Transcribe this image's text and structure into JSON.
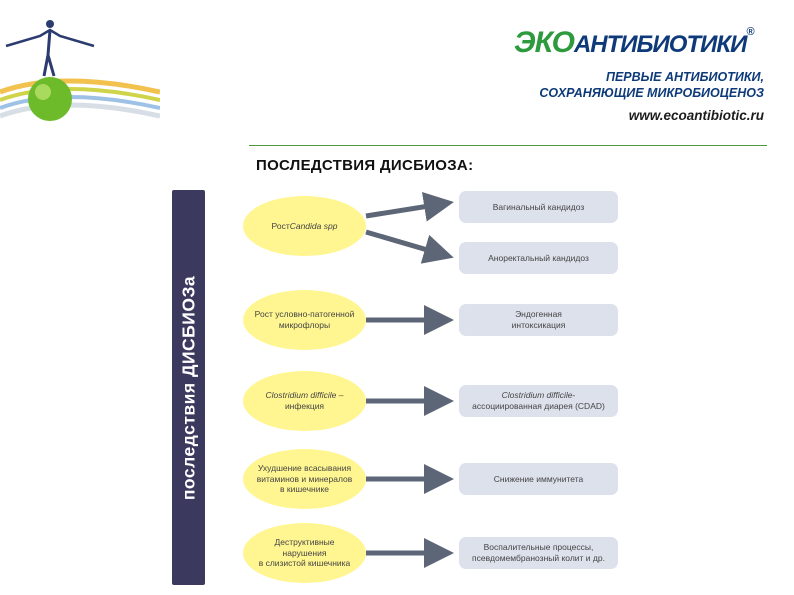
{
  "brand": {
    "name_part1": "ЭКО",
    "name_part2": "АНТИБИОТИКИ",
    "tm": "®",
    "tagline_line1": "ПЕРВЫЕ АНТИБИОТИКИ,",
    "tagline_line2": "СОХРАНЯЮЩИЕ МИКРОБИОЦЕНОЗ",
    "url": "www.ecoantibiotic.ru"
  },
  "page_title": "ПОСЛЕДСТВИЯ ДИСБИОЗА:",
  "side_label": "последствия ДИСБИОЗа",
  "causes": [
    {
      "text": "Рост ",
      "italic": "Candida spp"
    },
    {
      "text": "Рост условно-патогенной\nмикрофлоры",
      "italic": ""
    },
    {
      "text": "",
      "italic": "Clostridium difficile",
      "suffix": " –\nинфекция"
    },
    {
      "text": "Ухудшение всасывания\nвитаминов и минералов\nв кишечнике",
      "italic": ""
    },
    {
      "text": "Деструктивные\nнарушения\nв слизистой кишечника",
      "italic": ""
    }
  ],
  "effects": [
    {
      "text": "Вагинальный кандидоз"
    },
    {
      "text": "Аноректальный кандидоз"
    },
    {
      "text": "Эндогенная\nинтоксикация"
    },
    {
      "italic": "Clostridium difficile",
      "text": "-\nассоциированная диарея (CDAD)"
    },
    {
      "text": "Снижение иммунитета"
    },
    {
      "text": "Воспалительные процессы,\nпсевдомембранозный колит и др."
    }
  ],
  "colors": {
    "cause_fill": "#fff691",
    "effect_fill": "#dde1ec",
    "side_bar": "#3b3a5e",
    "arrow": "#5d6676",
    "brand_green": "#2e9a3e",
    "brand_blue": "#0e3a7a"
  },
  "icons": [
    "balancing-figure-logo-icon",
    "green-sphere-icon",
    "arrow-right-icon"
  ]
}
